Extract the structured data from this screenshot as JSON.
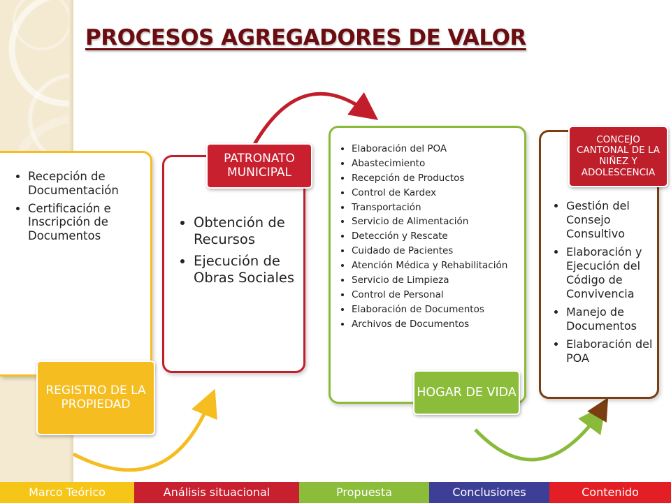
{
  "title": "PROCESOS AGREGADORES DE VALOR",
  "cards": [
    {
      "name": "registro",
      "tag": "REGISTRO DE LA PROPIEDAD",
      "color": "#f5bd1f",
      "items": [
        "Recepción de Documentación",
        "Certificación e Inscripción de Documentos"
      ]
    },
    {
      "name": "patronato",
      "tag": "PATRONATO MUNICIPAL",
      "color": "#c8202e",
      "items": [
        "Obtención de Recursos",
        "Ejecución de Obras Sociales"
      ]
    },
    {
      "name": "hogar",
      "tag": "HOGAR DE VIDA",
      "color": "#8bbd3b",
      "items": [
        "Elaboración del POA",
        "Abastecimiento",
        "Recepción de Productos",
        "Control de Kardex",
        "Transportación",
        "Servicio de Alimentación",
        "Detección y Rescate",
        "Cuidado de Pacientes",
        "Atención Médica y Rehabilitación",
        "Servicio de Limpieza",
        "Control de Personal",
        "Elaboración de Documentos",
        "Archivos de Documentos"
      ]
    },
    {
      "name": "concejo",
      "tag": "CONCEJO CANTONAL DE LA NIÑEZ Y ADOLESCENCIA",
      "color": "#bf1e2b",
      "items": [
        "Gestión del Consejo Consultivo",
        "Elaboración y Ejecución del Código de Convivencia",
        "Manejo de Documentos",
        "Elaboración del POA"
      ]
    }
  ],
  "nav": [
    {
      "label": "Marco Teórico",
      "color": "#f5c518"
    },
    {
      "label": "Análisis situacional",
      "color": "#c8202e"
    },
    {
      "label": "Propuesta",
      "color": "#8bbd3b"
    },
    {
      "label": "Conclusiones",
      "color": "#3d3f97"
    },
    {
      "label": "Contenido",
      "color": "#e41e25"
    }
  ]
}
